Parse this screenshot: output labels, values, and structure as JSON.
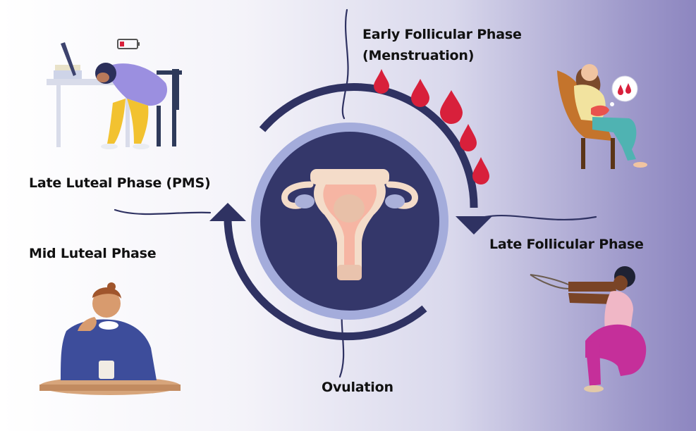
{
  "phases": {
    "early_follicular_line1": "Early Follicular Phase",
    "early_follicular_line2": "(Menstruation)",
    "late_follicular": "Late Follicular Phase",
    "ovulation": "Ovulation",
    "mid_luteal": "Mid Luteal Phase",
    "late_luteal": "Late Luteal Phase (PMS)"
  },
  "colors": {
    "cycle_arrow": "#2f3262",
    "center_disc": "#34376a",
    "center_ring": "#9fa6d8",
    "blood_drop": "#d8203b",
    "uterus_outer": "#f4dcc9",
    "uterus_inner": "#f6b5a3",
    "ovary": "#aab0d9"
  },
  "icons": [
    "uterus-icon",
    "blood-drop-icon",
    "low-battery-icon"
  ]
}
